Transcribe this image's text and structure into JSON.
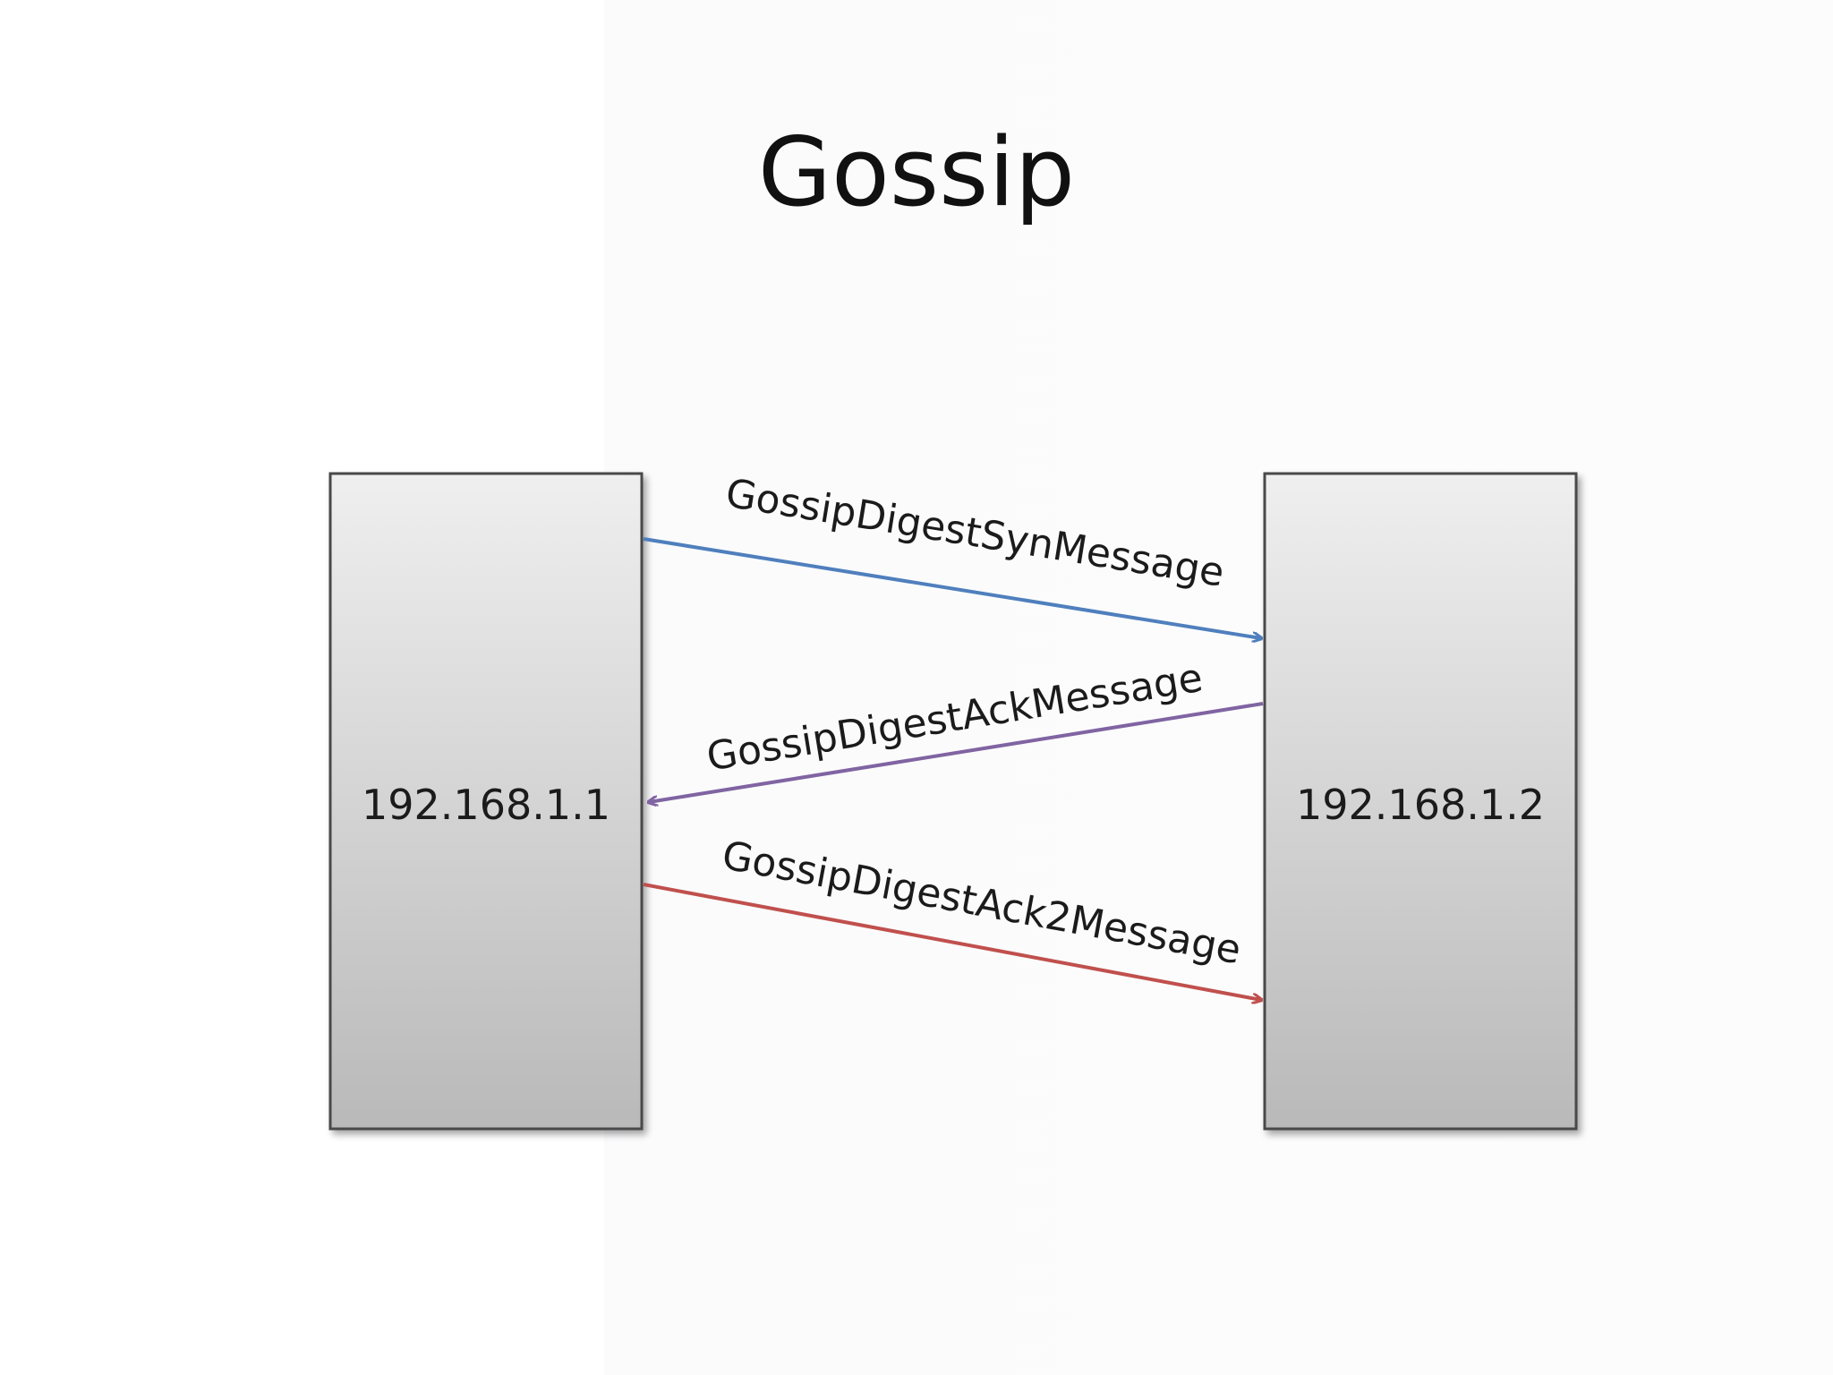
{
  "title": "Gossip",
  "nodes": [
    {
      "id": "left",
      "label": "192.168.1.1"
    },
    {
      "id": "right",
      "label": "192.168.1.2"
    }
  ],
  "messages": [
    {
      "label": "GossipDigestSynMessage",
      "from": "192.168.1.1",
      "to": "192.168.1.2",
      "color": "#4f7fbd"
    },
    {
      "label": "GossipDigestAckMessage",
      "from": "192.168.1.2",
      "to": "192.168.1.1",
      "color": "#8064a2"
    },
    {
      "label": "GossipDigestAck2Message",
      "from": "192.168.1.1",
      "to": "192.168.1.2",
      "color": "#c0504d"
    }
  ]
}
